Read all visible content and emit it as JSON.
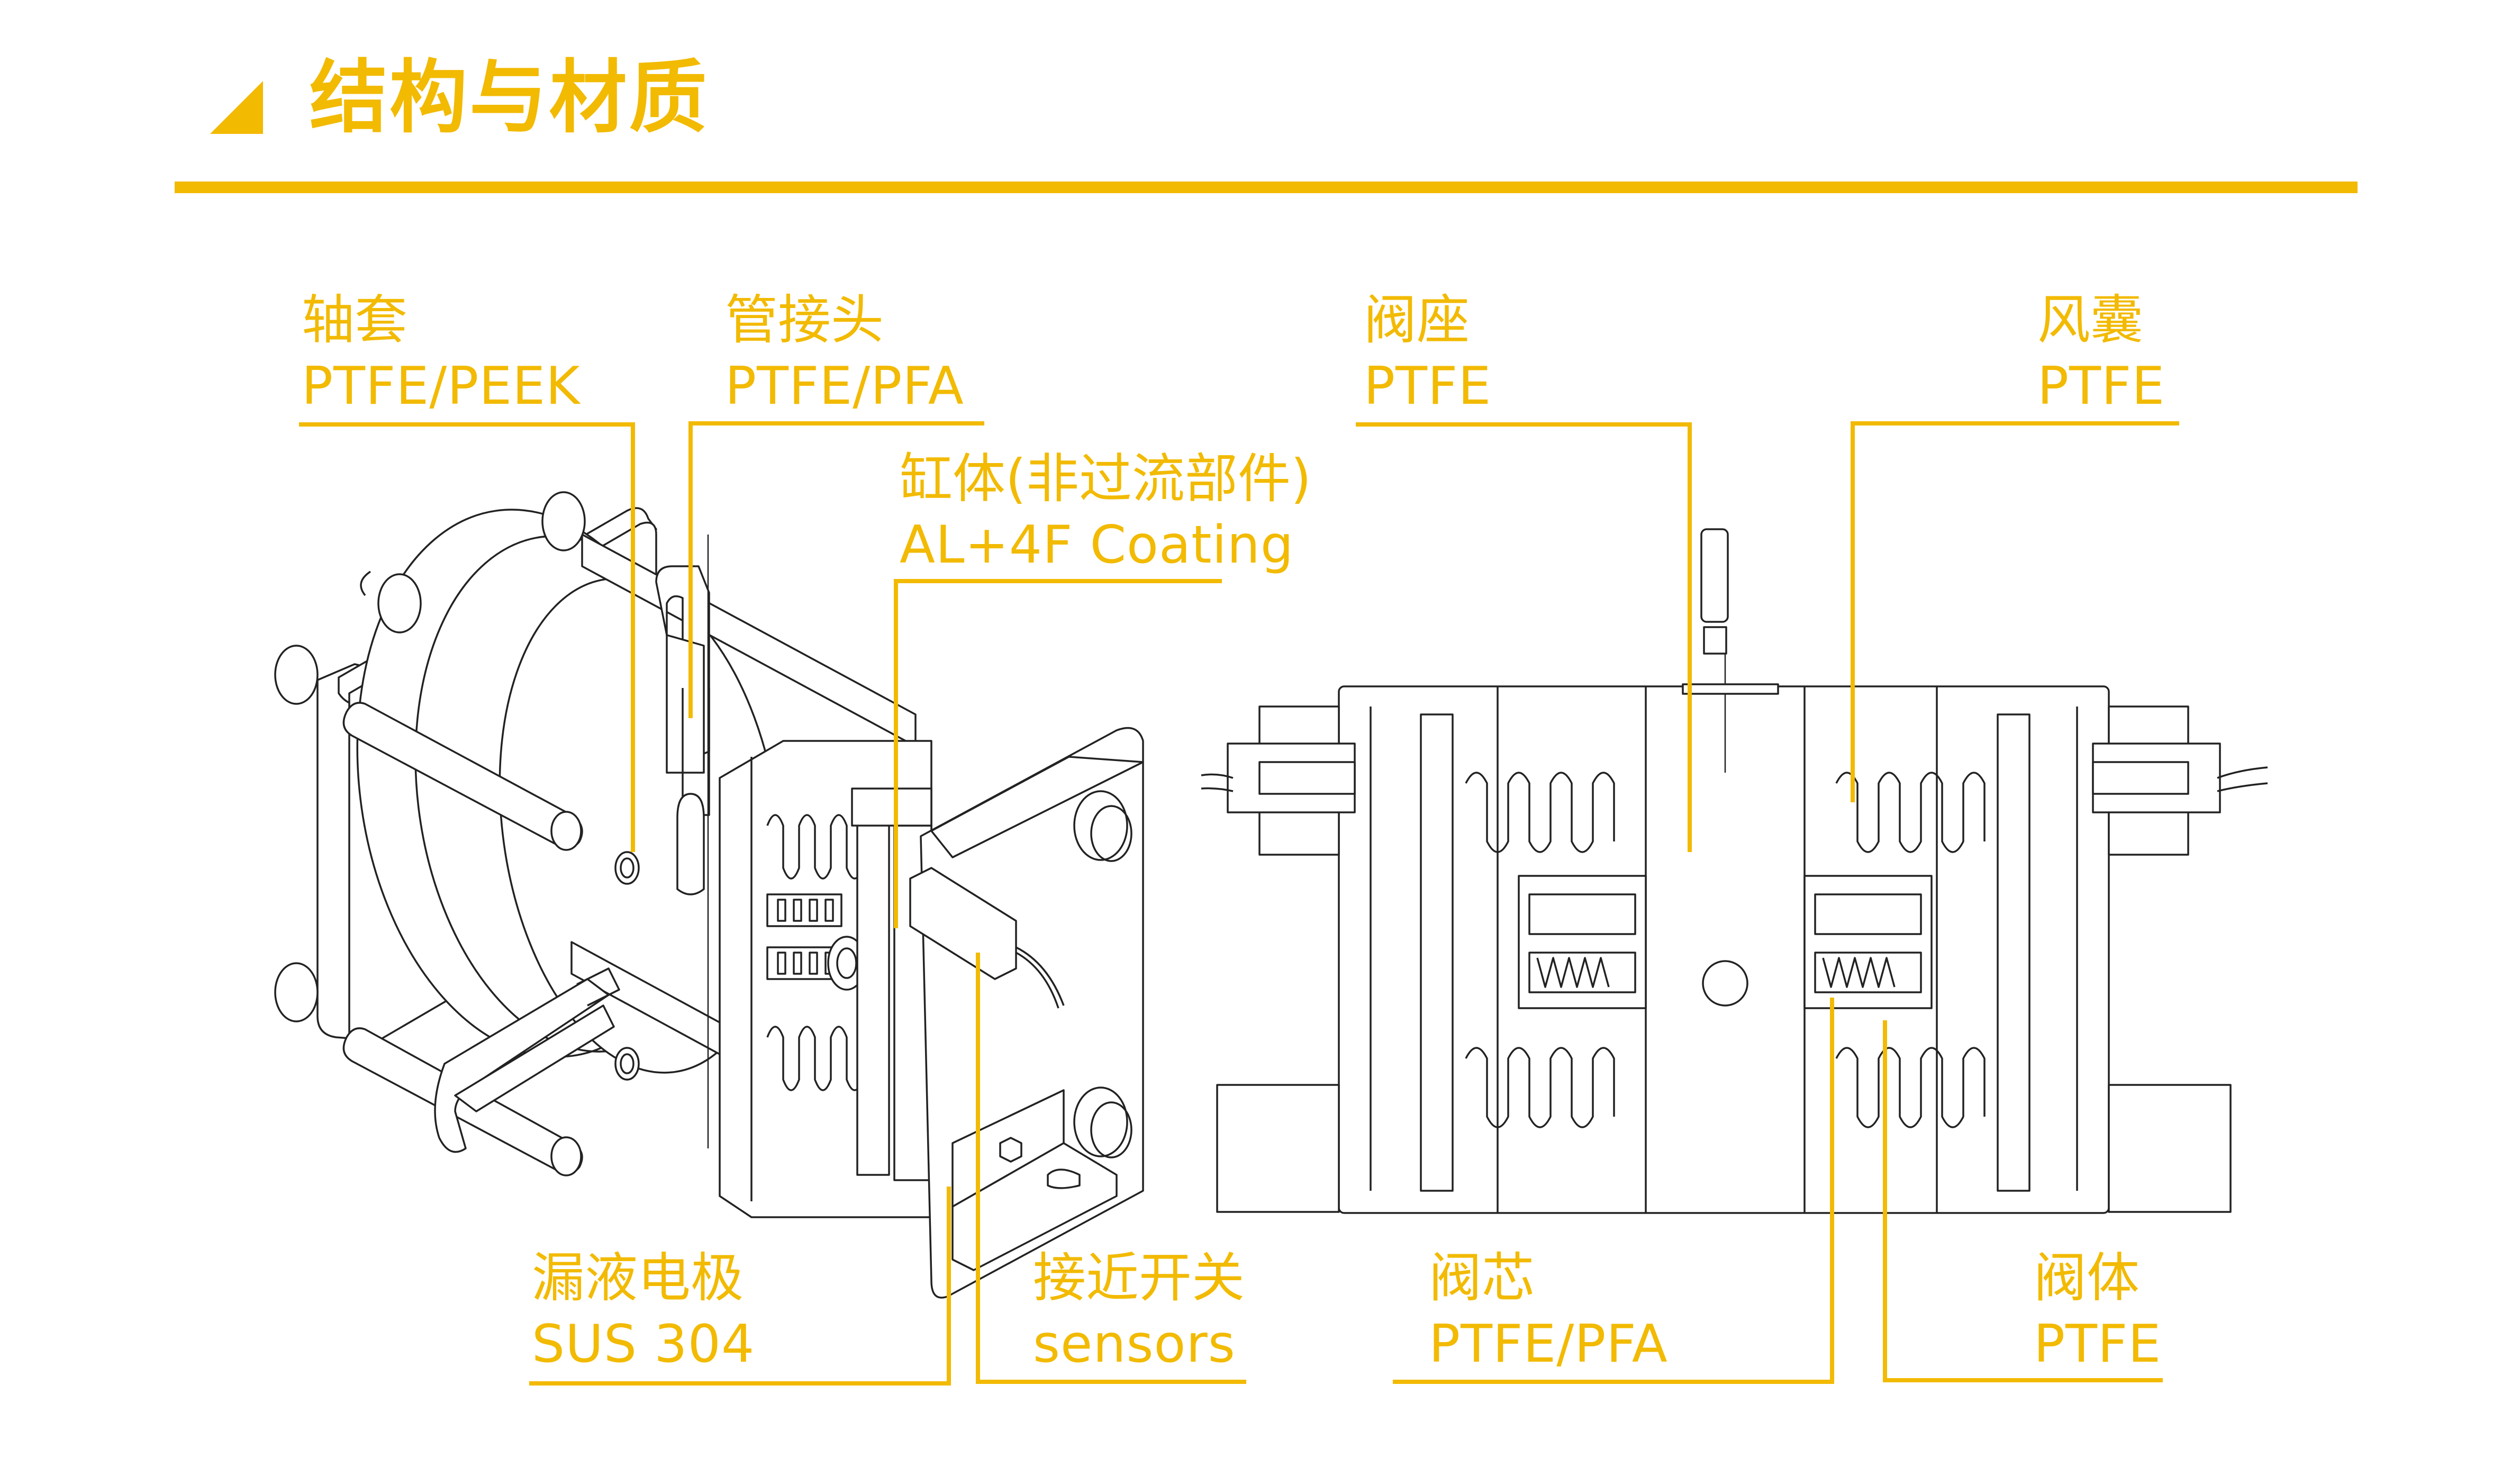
{
  "header": {
    "title": "结构与材质",
    "accent_color": "#F2BA00",
    "marker_icon": "triangle-marker"
  },
  "callouts": {
    "bushing": {
      "name": "轴套",
      "material": "PTFE/PEEK"
    },
    "tube_fitting": {
      "name": "管接头",
      "material": "PTFE/PFA"
    },
    "cylinder_body": {
      "name": "缸体(非过流部件)",
      "material": "AL+4F Coating"
    },
    "valve_seat": {
      "name": "阀座",
      "material": "PTFE"
    },
    "bellows": {
      "name": "风囊",
      "material": "PTFE"
    },
    "leak_electrode": {
      "name": "漏液电极",
      "material": "SUS 304"
    },
    "proximity_switch": {
      "name": "接近开关",
      "material": "sensors"
    },
    "valve_core": {
      "name": "阀芯",
      "material": "PTFE/PFA"
    },
    "valve_body": {
      "name": "阀体",
      "material": "PTFE"
    }
  },
  "figures": {
    "left": "isometric-cutaway-pump",
    "right": "cross-section-pump"
  }
}
